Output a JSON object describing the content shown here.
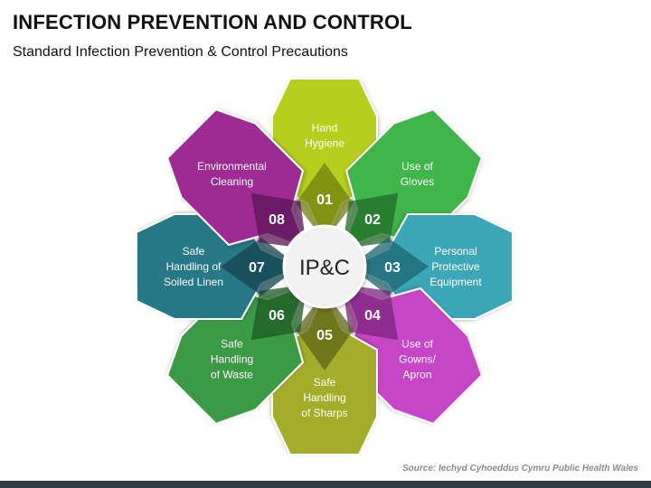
{
  "title": "INFECTION PREVENTION AND CONTROL",
  "subtitle": "Standard Infection Prevention & Control Precautions",
  "center": "IP&C",
  "source": "Source: Iechyd Cyhoeddus Cymru Public Health Wales",
  "petals": [
    {
      "num": "01",
      "lines": [
        "Hand",
        "Hygiene"
      ],
      "color": "#b5cf1a",
      "dark": "#6f7f10"
    },
    {
      "num": "02",
      "lines": [
        "Use of",
        "Gloves"
      ],
      "color": "#3fb54a",
      "dark": "#216b28"
    },
    {
      "num": "03",
      "lines": [
        "Personal",
        "Protective",
        "Equipment"
      ],
      "color": "#3aa7b6",
      "dark": "#1c6670"
    },
    {
      "num": "04",
      "lines": [
        "Use of",
        "Gowns/",
        "Apron"
      ],
      "color": "#c745c7",
      "dark": "#7c247c"
    },
    {
      "num": "05",
      "lines": [
        "Safe",
        "Handling",
        "of Sharps"
      ],
      "color": "#a3ad2a",
      "dark": "#5e6616"
    },
    {
      "num": "06",
      "lines": [
        "Safe",
        "Handling",
        "of Waste"
      ],
      "color": "#3a9a44",
      "dark": "#1d5a22"
    },
    {
      "num": "07",
      "lines": [
        "Safe",
        "Handling of",
        "Soiled Linen"
      ],
      "color": "#287887",
      "dark": "#14444d"
    },
    {
      "num": "08",
      "lines": [
        "Environmental",
        "Cleaning"
      ],
      "color": "#9e2a94",
      "dark": "#5a1555"
    }
  ]
}
